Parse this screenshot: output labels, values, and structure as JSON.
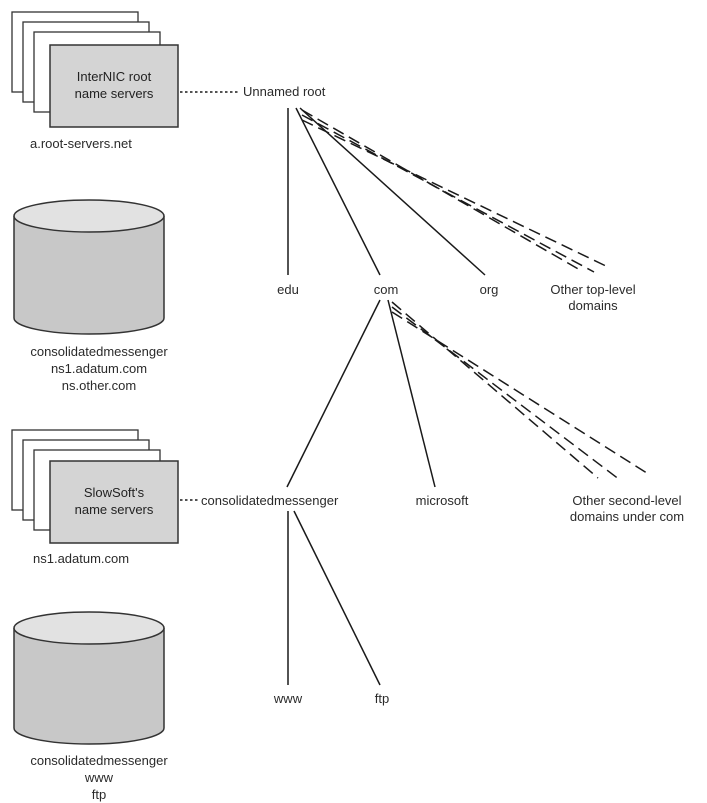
{
  "top_server_group": {
    "box_lines": [
      "InterNIC root",
      "name servers"
    ],
    "caption": "a.root-servers.net"
  },
  "db1": {
    "lines": [
      "consolidatedmessenger",
      "ns1.adatum.com",
      "ns.other.com"
    ]
  },
  "mid_server_group": {
    "box_lines": [
      "SlowSoft's",
      "name servers"
    ],
    "caption": "ns1.adatum.com"
  },
  "db2": {
    "lines": [
      "consolidatedmessenger",
      "www",
      "ftp"
    ]
  },
  "tree": {
    "root": "Unnamed root",
    "tld": {
      "edu": "edu",
      "com": "com",
      "org": "org",
      "other": [
        "Other top-level",
        "domains"
      ]
    },
    "sld": {
      "consolidatedmessenger": "consolidatedmessenger",
      "microsoft": "microsoft",
      "other": [
        "Other second-level",
        "domains under com"
      ]
    },
    "hosts": {
      "www": "www",
      "ftp": "ftp"
    }
  },
  "colors": {
    "box_fill": "#d4d4d4",
    "cylinder_fill": "#c8c8c8",
    "cylinder_top": "#e2e2e2",
    "line": "#1a1a1a"
  }
}
